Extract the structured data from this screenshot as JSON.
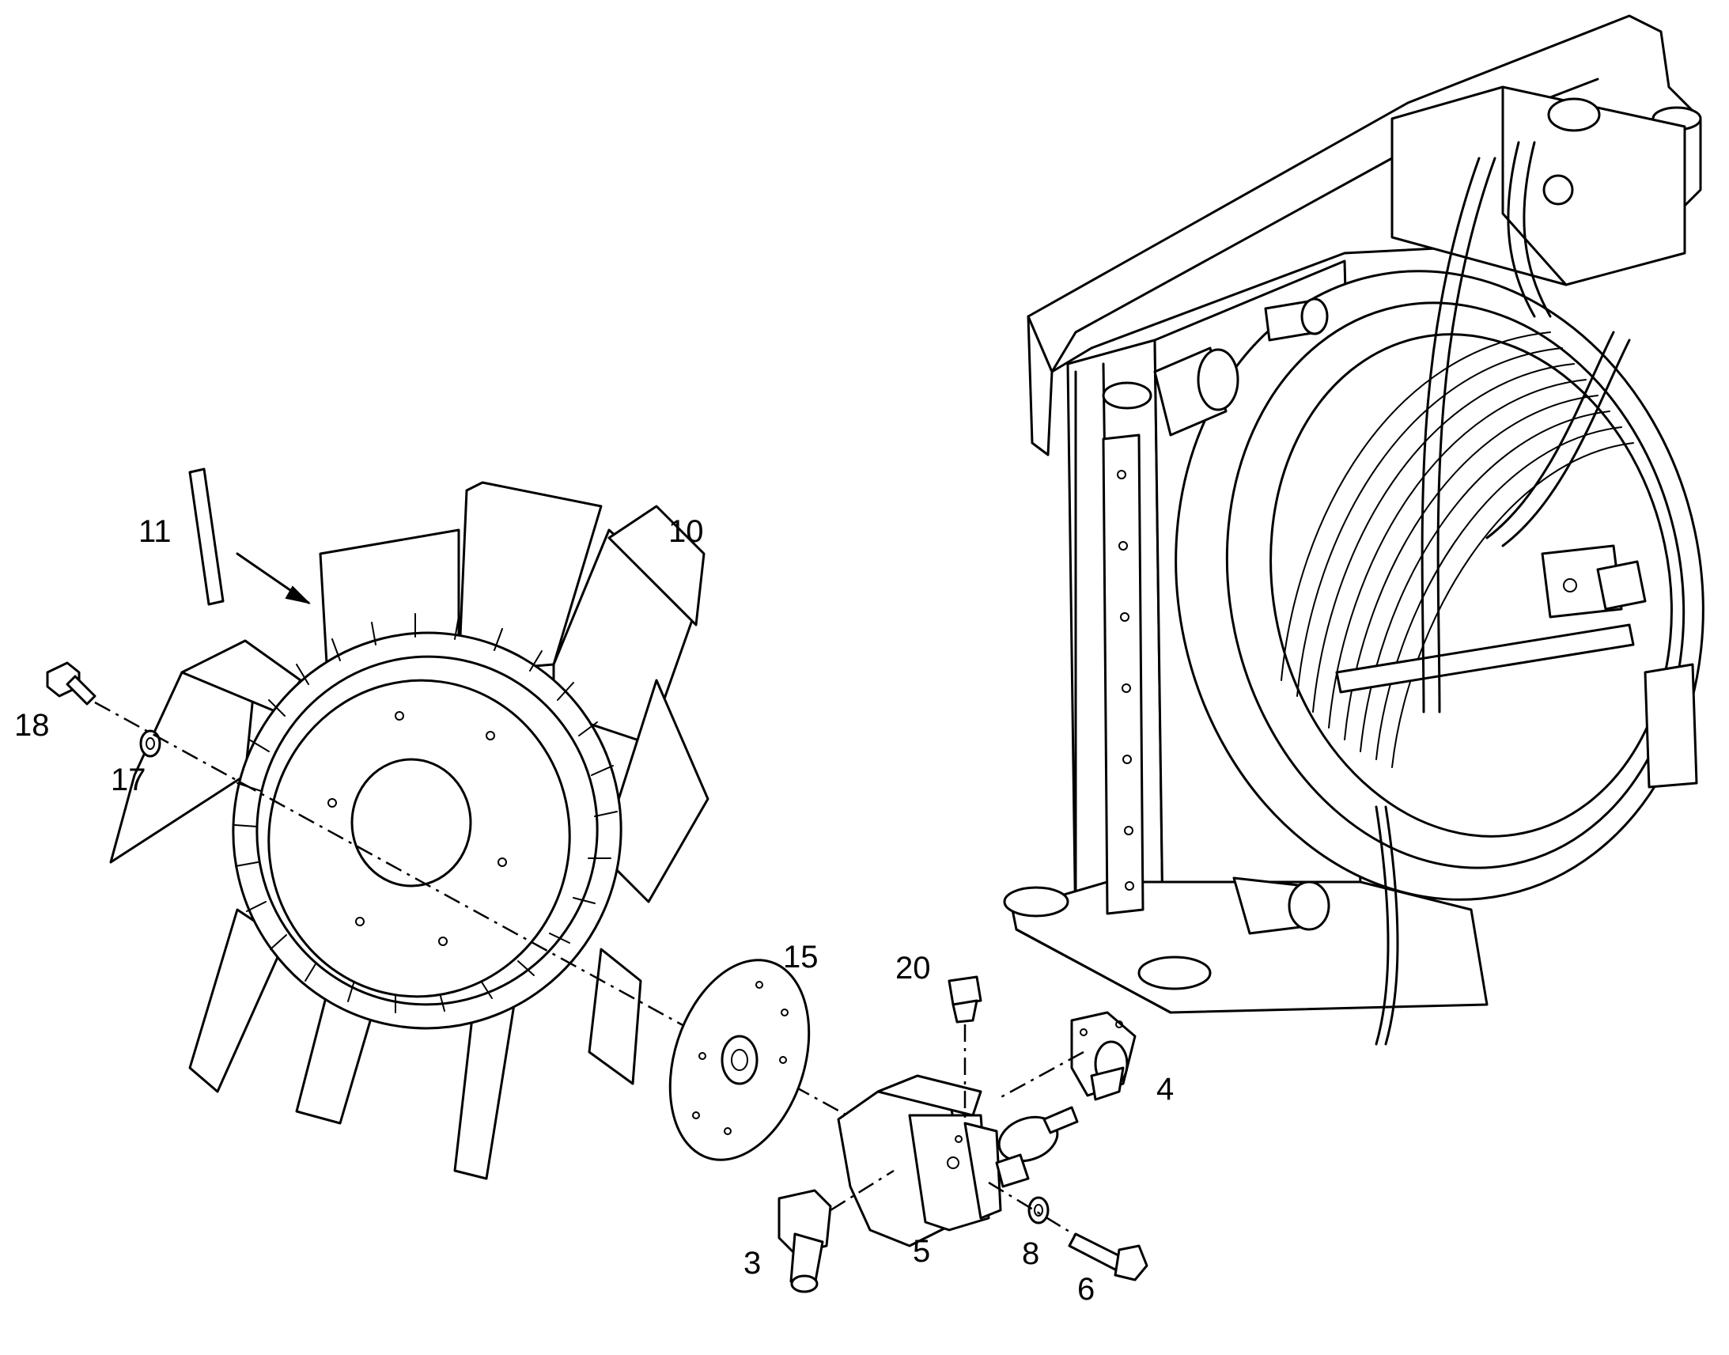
{
  "callouts": {
    "c3": "3",
    "c4": "4",
    "c5": "5",
    "c6": "6",
    "c8": "8",
    "c10": "10",
    "c11": "11",
    "c15": "15",
    "c17": "17",
    "c18": "18",
    "c20": "20"
  },
  "colors": {
    "line": "#000000",
    "background": "#ffffff"
  }
}
